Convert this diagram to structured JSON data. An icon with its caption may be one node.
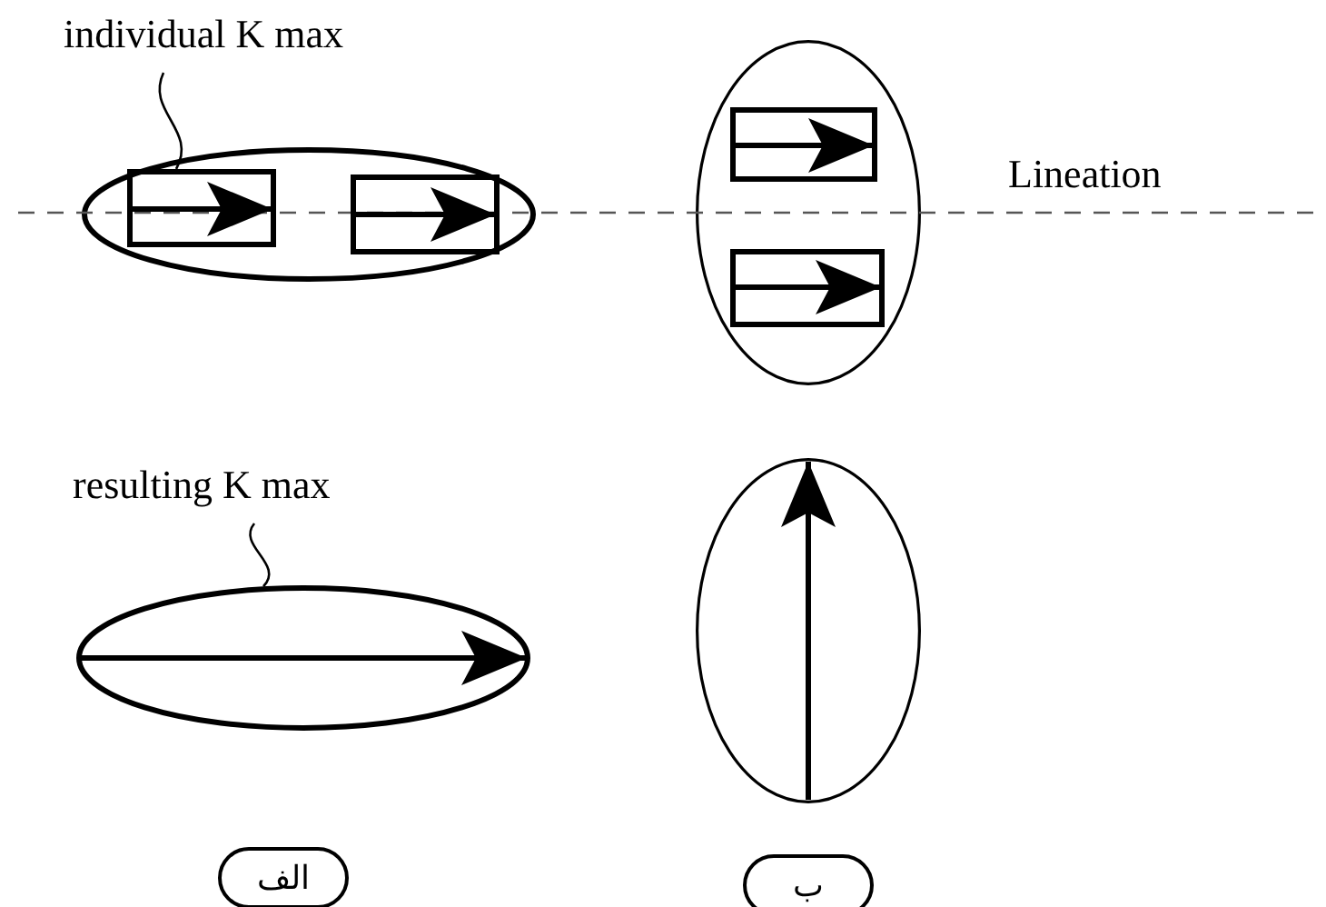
{
  "diagram": {
    "nodes": [
      {
        "text": [
          "individual K max"
        ]
      },
      {
        "text": [],
        "shape": "ellipse"
      },
      {
        "text": [],
        "shape": "box",
        "in": 1
      },
      {
        "text": [],
        "shape": "box",
        "in": 1
      },
      {
        "text": [],
        "shape": "ellipse"
      },
      {
        "text": [],
        "shape": "box",
        "in": 4
      },
      {
        "text": [],
        "shape": "box",
        "in": 4
      },
      {
        "text": [
          "resulting K max"
        ]
      },
      {
        "text": [],
        "shape": "ellipse"
      },
      {
        "text": [],
        "shape": "ellipse"
      },
      {
        "text": [
          "الف"
        ]
      },
      {
        "text": [
          "ب"
        ]
      }
    ],
    "edges": [
      {
        "from": 0,
        "to": 2,
        "arrow": "none"
      },
      {
        "from": 7,
        "to": 8,
        "arrow": "none"
      }
    ],
    "labels": [
      "Lineation"
    ]
  }
}
